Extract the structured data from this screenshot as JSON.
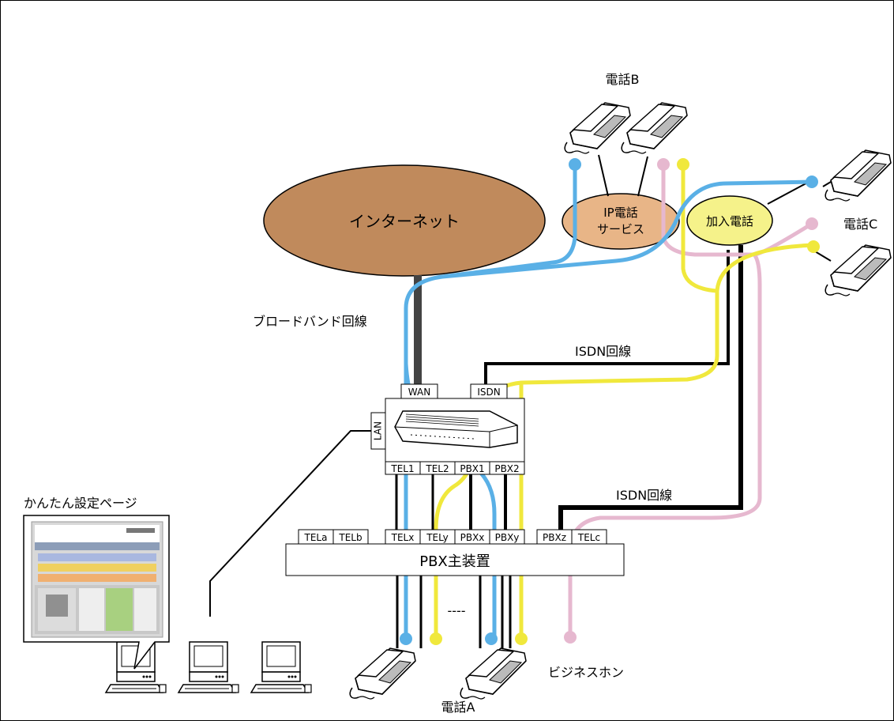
{
  "labels": {
    "internet": "インターネット",
    "ip_service_line1": "IP電話",
    "ip_service_line2": "サービス",
    "subscriber_phone": "加入電話",
    "phone_a": "電話A",
    "phone_b": "電話B",
    "phone_c": "電話C",
    "broadband": "ブロードバンド回線",
    "isdn_upper": "ISDN回線",
    "isdn_lower": "ISDN回線",
    "business_phone": "ビジネスホン",
    "easy_setup": "かんたん設定ページ",
    "pbx_main": "PBX主装置",
    "dashes": "----"
  },
  "router_ports": {
    "wan": "WAN",
    "isdn": "ISDN",
    "lan": "LAN",
    "tel1": "TEL1",
    "tel2": "TEL2",
    "pbx1": "PBX1",
    "pbx2": "PBX2"
  },
  "pbx_ports": {
    "tela": "TELa",
    "telb": "TELb",
    "telx": "TELx",
    "tely": "TELy",
    "pbxx": "PBXx",
    "pbxy": "PBXy",
    "pbxz": "PBXz",
    "telc": "TELc"
  },
  "colors": {
    "internet_fill": "#c08a5c",
    "ip_service_fill": "#e8b587",
    "subscriber_fill": "#f5f28a",
    "blue_line": "#5ab0e6",
    "yellow_line": "#f0e83c",
    "pink_line": "#e6b8cf",
    "black_line": "#000000",
    "broadband_line": "#444444"
  },
  "icons": {
    "phone": "desk-phone-icon",
    "router": "router-device-icon",
    "pc": "desktop-pc-icon",
    "web_page": "setup-webpage-thumbnail"
  }
}
